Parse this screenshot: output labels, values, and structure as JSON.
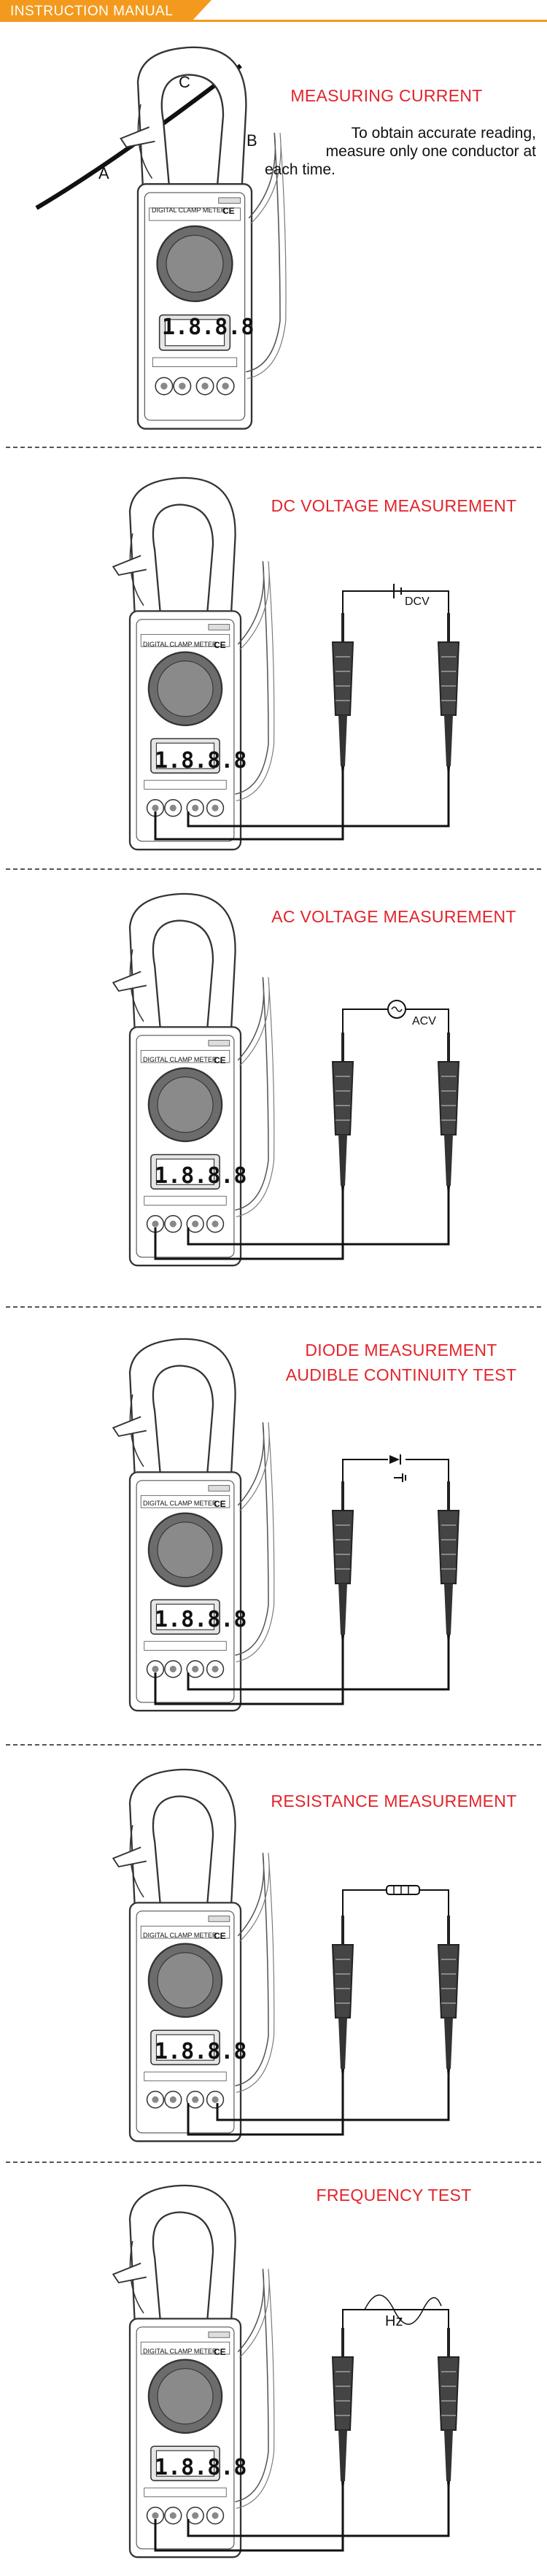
{
  "header": {
    "title": "INSTRUCTION MANUAL",
    "accent_color": "#f39a1e"
  },
  "heading_color": "#e2242b",
  "sections": [
    {
      "heading": "MEASURING CURRENT",
      "note_lines": [
        "To obtain accurate reading,",
        "measure only one conductor at",
        "each time."
      ],
      "labels": [
        "A",
        "B",
        "C"
      ]
    },
    {
      "heading": "DC VOLTAGE MEASUREMENT",
      "source_label": "DCV"
    },
    {
      "heading": "AC VOLTAGE MEASUREMENT",
      "source_label": "ACV"
    },
    {
      "heading_lines": [
        "DIODE MEASUREMENT",
        "AUDIBLE CONTINUITY TEST"
      ]
    },
    {
      "heading": "RESISTANCE MEASUREMENT"
    },
    {
      "heading": "FREQUENCY TEST",
      "source_label": "Hz"
    }
  ],
  "meter": {
    "brand_text": "DIGITAL CLAMP METER",
    "display": "1.8.8.8",
    "ce_mark": "CE"
  }
}
